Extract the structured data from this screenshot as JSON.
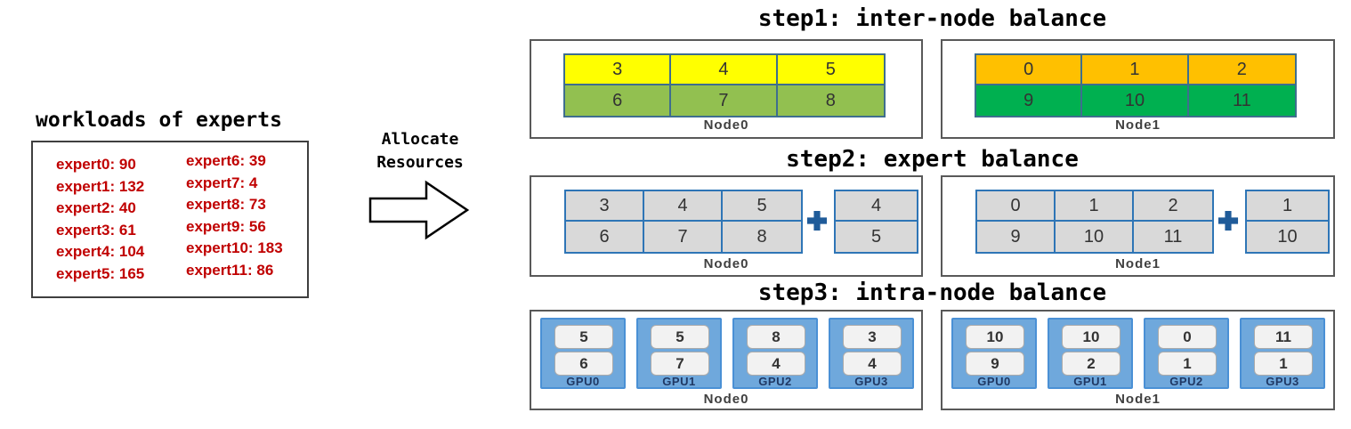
{
  "workloads": {
    "title": "workloads of experts",
    "col1": [
      "expert0: 90",
      "expert1: 132",
      "expert2: 40",
      "expert3: 61",
      "expert4: 104",
      "expert5: 165"
    ],
    "col2": [
      "expert6: 39",
      "expert7: 4",
      "expert8: 73",
      "expert9: 56",
      "expert10: 183",
      "expert11: 86"
    ]
  },
  "allocate": {
    "line1": "Allocate",
    "line2": "Resources"
  },
  "step1": {
    "title": "step1: inter-node balance",
    "nodes": [
      {
        "label": "Node0",
        "rows": [
          {
            "color": "#FFFF00",
            "cells": [
              "3",
              "4",
              "5"
            ]
          },
          {
            "color": "#92C050",
            "cells": [
              "6",
              "7",
              "8"
            ]
          }
        ]
      },
      {
        "label": "Node1",
        "rows": [
          {
            "color": "#FFC000",
            "cells": [
              "0",
              "1",
              "2"
            ]
          },
          {
            "color": "#00B050",
            "cells": [
              "9",
              "10",
              "11"
            ]
          }
        ]
      }
    ]
  },
  "step2": {
    "title": "step2: expert balance",
    "nodes": [
      {
        "label": "Node0",
        "grid": [
          [
            "3",
            "4",
            "5"
          ],
          [
            "6",
            "7",
            "8"
          ]
        ],
        "extra": [
          "4",
          "5"
        ]
      },
      {
        "label": "Node1",
        "grid": [
          [
            "0",
            "1",
            "2"
          ],
          [
            "9",
            "10",
            "11"
          ]
        ],
        "extra": [
          "1",
          "10"
        ]
      }
    ]
  },
  "step3": {
    "title": "step3: intra-node balance",
    "nodes": [
      {
        "label": "Node0",
        "gpus": [
          {
            "label": "GPU0",
            "cells": [
              "5",
              "6"
            ]
          },
          {
            "label": "GPU1",
            "cells": [
              "5",
              "7"
            ]
          },
          {
            "label": "GPU2",
            "cells": [
              "8",
              "4"
            ]
          },
          {
            "label": "GPU3",
            "cells": [
              "3",
              "4"
            ]
          }
        ]
      },
      {
        "label": "Node1",
        "gpus": [
          {
            "label": "GPU0",
            "cells": [
              "10",
              "9"
            ]
          },
          {
            "label": "GPU1",
            "cells": [
              "10",
              "2"
            ]
          },
          {
            "label": "GPU2",
            "cells": [
              "0",
              "1"
            ]
          },
          {
            "label": "GPU3",
            "cells": [
              "11",
              "1"
            ]
          }
        ]
      }
    ]
  },
  "icons": {
    "arrow": "right-block-arrow-icon",
    "plus": "plus-icon"
  },
  "colors": {
    "workload_text": "#C00000",
    "step1_node0_row1": "#FFFF00",
    "step1_node0_row2": "#92C050",
    "step1_node1_row1": "#FFC000",
    "step1_node1_row2": "#00B050",
    "step2_cell_fill": "#D9D9D9",
    "cell_border_blue": "#2E75B6",
    "plus_blue": "#1F5B99",
    "gpu_box_fill": "#6FA8DC",
    "gpu_box_border": "#4A90D5"
  }
}
